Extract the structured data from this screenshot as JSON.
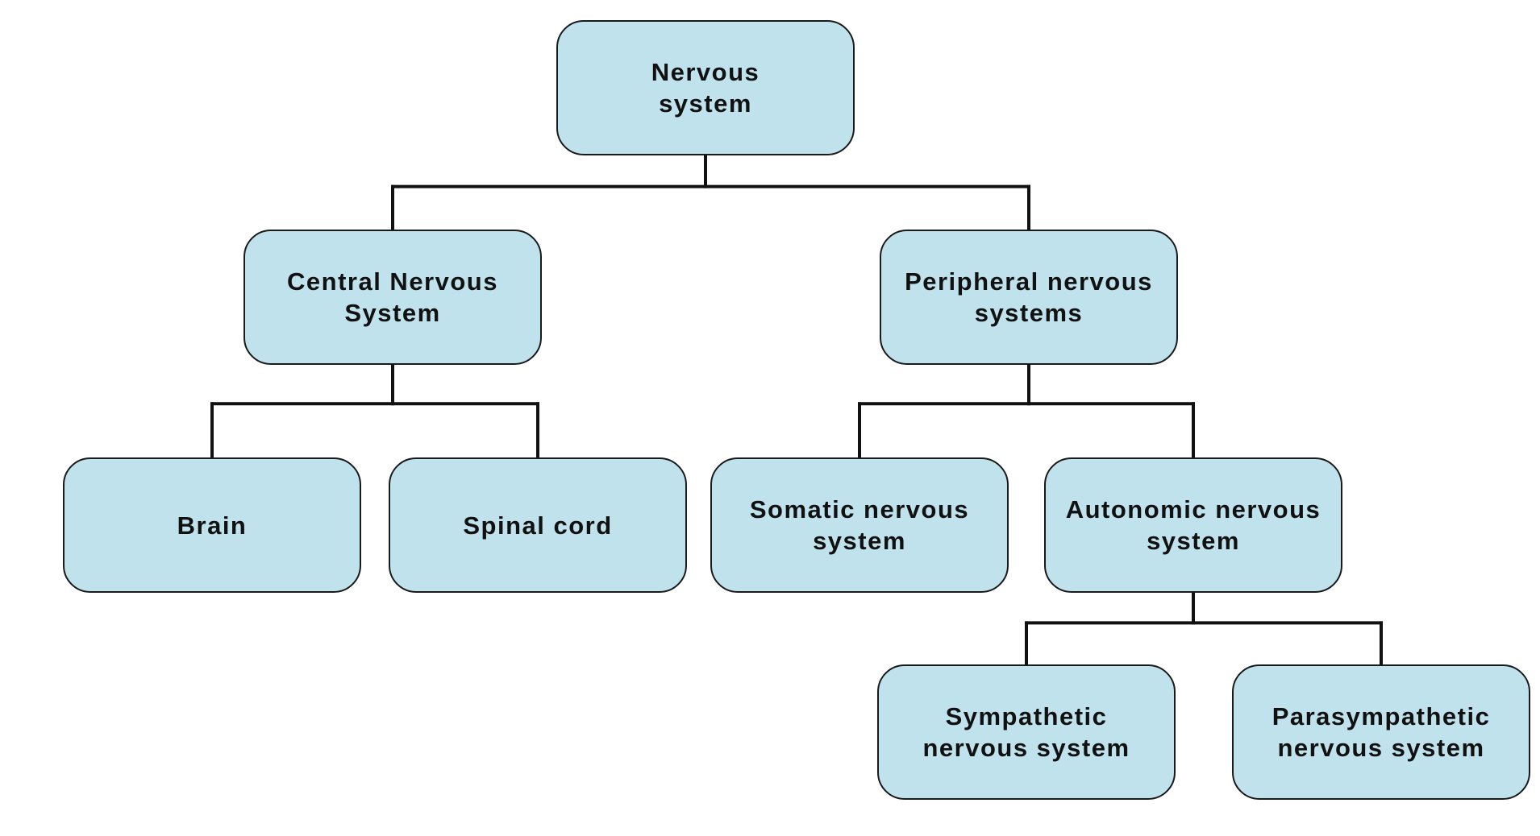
{
  "nodes": {
    "root": {
      "label": "Nervous\nsystem"
    },
    "cns": {
      "label": "Central Nervous\nSystem"
    },
    "pns": {
      "label": "Peripheral nervous\nsystems"
    },
    "brain": {
      "label": "Brain"
    },
    "spinal": {
      "label": "Spinal cord"
    },
    "som": {
      "label": "Somatic nervous\nsystem"
    },
    "auto": {
      "label": "Autonomic nervous\nsystem"
    },
    "sym": {
      "label": "Sympathetic\nnervous system"
    },
    "para": {
      "label": "Parasympathetic\nnervous system"
    }
  },
  "edges": [
    {
      "parent": "root",
      "children": [
        "cns",
        "pns"
      ]
    },
    {
      "parent": "cns",
      "children": [
        "brain",
        "spinal"
      ]
    },
    {
      "parent": "pns",
      "children": [
        "som",
        "auto"
      ]
    },
    {
      "parent": "auto",
      "children": [
        "sym",
        "para"
      ]
    }
  ],
  "colors": {
    "node_fill": "#bfe2ec",
    "node_border": "#1a1a1a",
    "connector": "#111111"
  }
}
